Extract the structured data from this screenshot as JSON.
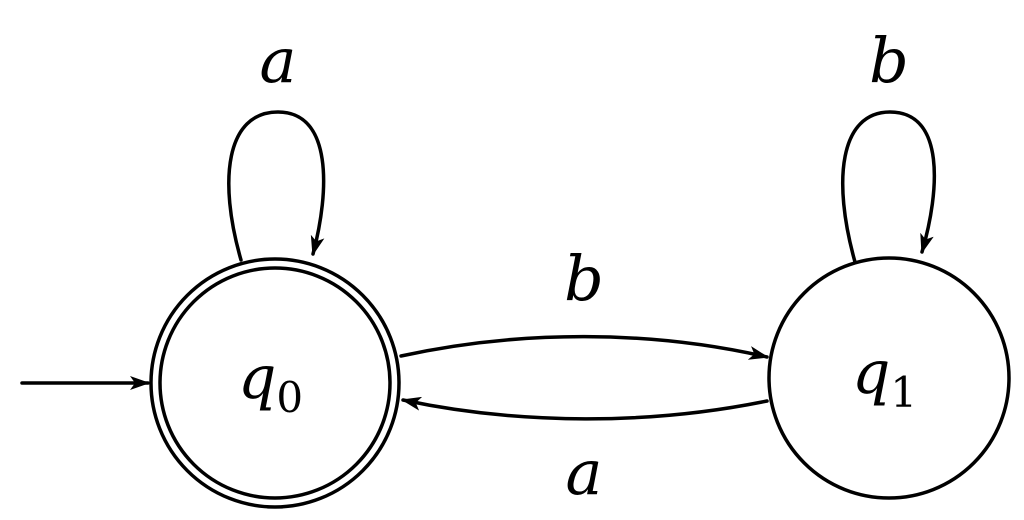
{
  "diagram": {
    "states": [
      {
        "name": "q",
        "subscript": "0",
        "accepting": true,
        "initial": true
      },
      {
        "name": "q",
        "subscript": "1",
        "accepting": false,
        "initial": false
      }
    ],
    "transitions": [
      {
        "from": "q0",
        "to": "q0",
        "label": "a"
      },
      {
        "from": "q0",
        "to": "q1",
        "label": "b"
      },
      {
        "from": "q1",
        "to": "q0",
        "label": "a"
      },
      {
        "from": "q1",
        "to": "q1",
        "label": "b"
      }
    ]
  }
}
